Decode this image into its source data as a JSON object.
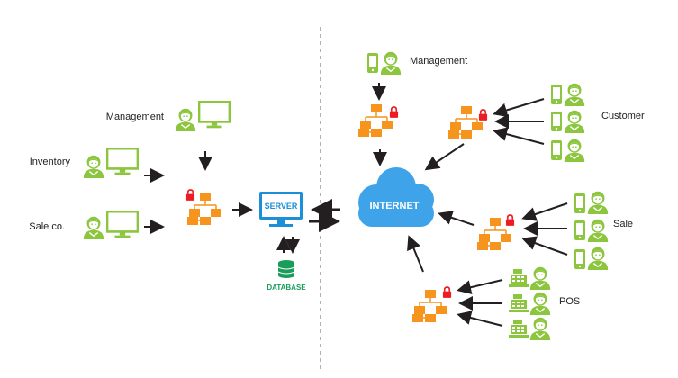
{
  "left": {
    "management_label": "Management",
    "inventory_label": "Inventory",
    "sale_label": "Sale co.",
    "server_label": "SERVER",
    "database_label": "DATABASE"
  },
  "right": {
    "internet_label": "INTERNET",
    "management_label": "Management",
    "customer_label": "Customer",
    "sale_label": "Sale",
    "pos_label": "POS"
  },
  "colors": {
    "person_green": "#8cc63f",
    "hub_orange": "#f7941d",
    "lock_red": "#ed1c24",
    "server_blue": "#1b8fd8",
    "cloud_blue": "#3ea3e8",
    "database_green": "#1a9c5b",
    "arrow_dark": "#231f20"
  }
}
